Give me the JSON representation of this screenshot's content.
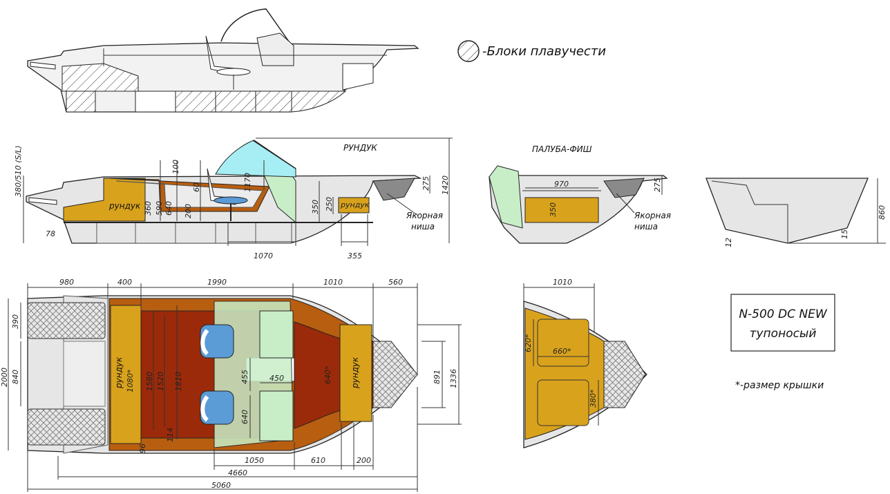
{
  "legend": {
    "floats_label": "-Блоки плавучести",
    "cover_note": "*-размер крышки"
  },
  "model": {
    "name": "N-500 DC NEW",
    "variant": "тупоносый"
  },
  "side_view": {
    "title": "РУНДУК",
    "storage_label": "рундук",
    "storage_label_2": "рундук",
    "anchor_label_1": "Якорная",
    "anchor_label_2": "ниша",
    "dims": {
      "transom": "380/510 (S/L)",
      "angle": "78",
      "d100": "100",
      "d60": "60",
      "d1170": "1170",
      "d200": "200",
      "d360": "360",
      "d590": "590",
      "d640": "640",
      "d350": "350",
      "d250": "250",
      "d275": "275",
      "d1420": "1420",
      "d1070": "1070",
      "d355": "355"
    }
  },
  "deck_view": {
    "title": "ПАЛУБА-ФИШ",
    "anchor_label_1": "Якорная",
    "anchor_label_2": "ниша",
    "dims": {
      "d970": "970",
      "d350": "350",
      "d275": "275"
    }
  },
  "section_view": {
    "dims": {
      "d860": "860",
      "d12": "12",
      "d15": "15"
    }
  },
  "plan_view": {
    "storage_label_left": "рундук",
    "cover_left": "1080*",
    "storage_label_right": "рундук",
    "cover_right": "640*",
    "dims": {
      "d980": "980",
      "d400": "400",
      "d1990": "1990",
      "d1010": "1010",
      "d560": "560",
      "d390": "390",
      "d2000": "2000",
      "d840": "840",
      "d1580": "1580",
      "d1520": "1520",
      "d1810": "1810",
      "d455": "455",
      "d450": "450",
      "d640": "640",
      "d96": "96",
      "d114": "114",
      "d891": "891",
      "d1336": "1336",
      "d1050": "1050",
      "d610": "610",
      "d200": "200",
      "d4660": "4660",
      "d5060": "5060"
    }
  },
  "bow_view": {
    "dims": {
      "d1010": "1010",
      "d620": "620*",
      "d660": "660*",
      "d380": "380*"
    }
  },
  "colors": {
    "hull": "#e6e6e6",
    "floor": "#9b2a0a",
    "locker": "#d9a21c",
    "bench": "#c8eec8",
    "glass": "#a6eef4",
    "seat": "#5b9bd6"
  }
}
